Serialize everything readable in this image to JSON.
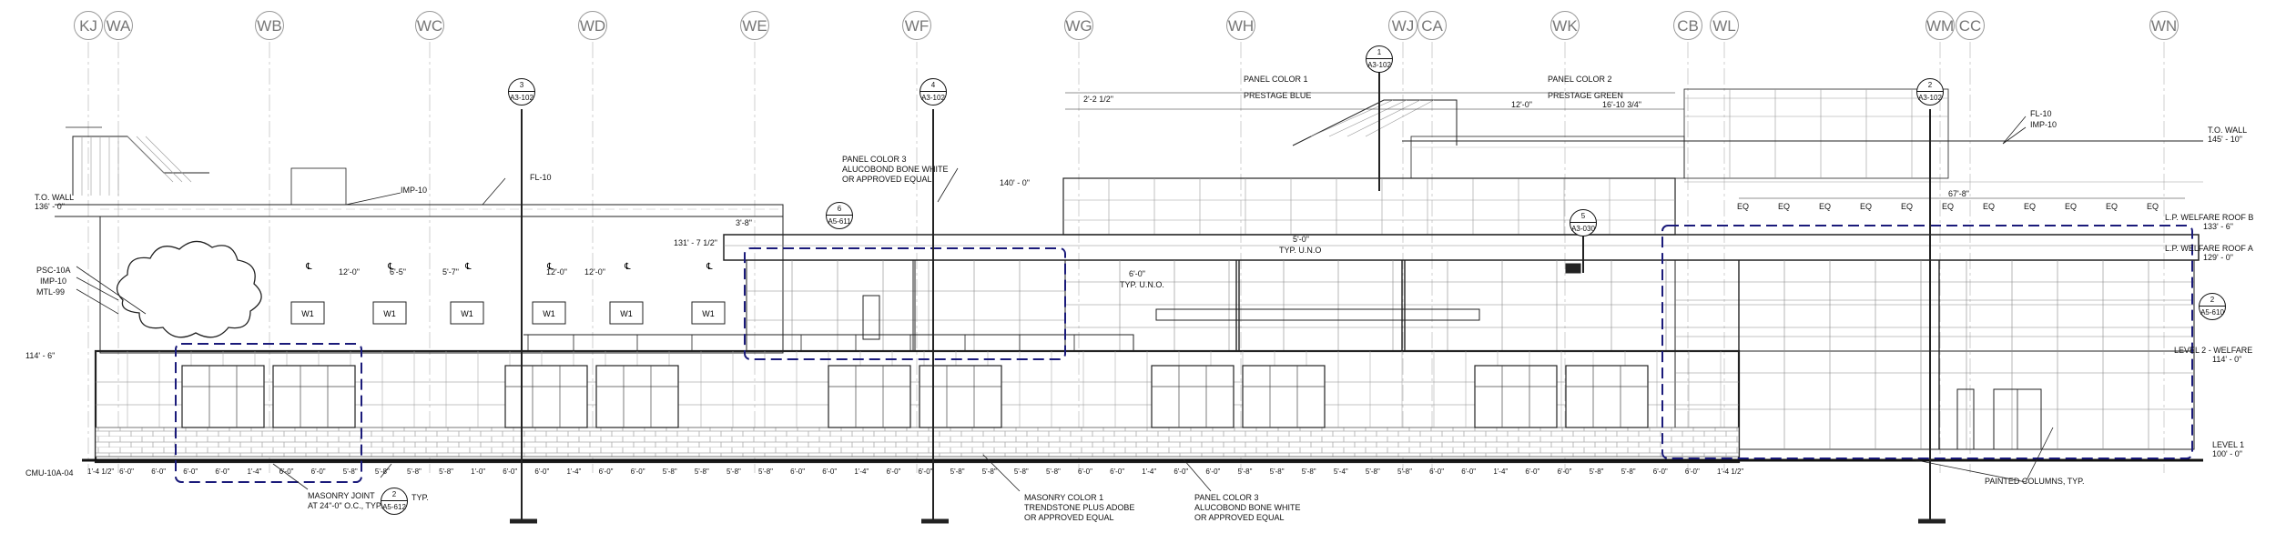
{
  "grid_lines": [
    "KJ",
    "WA",
    "WB",
    "WC",
    "WD",
    "WE",
    "WF",
    "WG",
    "WH",
    "WJ",
    "CA",
    "WK",
    "CB",
    "WL",
    "WM",
    "CC",
    "WN"
  ],
  "section_markers": [
    {
      "top": "3",
      "bottom": "A3-102"
    },
    {
      "top": "4",
      "bottom": "A3-102"
    },
    {
      "top": "1",
      "bottom": "A3-102"
    },
    {
      "top": "2",
      "bottom": "A3-102"
    },
    {
      "top": "5",
      "bottom": "A3-030"
    }
  ],
  "detail_callouts": [
    {
      "top": "6",
      "bottom": "A5-611"
    },
    {
      "top": "2",
      "bottom": "A5-610"
    },
    {
      "top": "2",
      "bottom": "A5-612"
    }
  ],
  "levels": {
    "to_wall_left": {
      "label": "T.O. WALL",
      "value": "136' - 0\""
    },
    "to_wall_right": {
      "label": "T.O. WALL",
      "value": "145' - 10\""
    },
    "welfare_roof_b": {
      "label": "L.P. WELFARE ROOF B",
      "value": "133' - 6\""
    },
    "welfare_roof_a": {
      "label": "L.P. WELFARE ROOF A",
      "value": "129' - 0\""
    },
    "level2": {
      "label": "LEVEL 2 - WELFARE",
      "value": "114' - 0\""
    },
    "level1": {
      "label": "LEVEL 1",
      "value": "100' - 0\""
    },
    "left_114": "114' - 6\"",
    "mid_131": "131' - 7 1/2\"",
    "mid_140": "140' - 0\""
  },
  "labels": {
    "fl10_left": "FL-10",
    "imp10": "IMP-10",
    "psc10a": "PSC-10A",
    "imp10b": "IMP-10",
    "mtl99": "MTL-99",
    "cmu": "CMU-10A-04",
    "panel3_a": "PANEL COLOR 3",
    "panel3_b": "ALUCOBOND BONE WHITE",
    "panel3_c": "OR APPROVED EQUAL",
    "panel1_a": "PANEL COLOR 1",
    "panel1_b": "PRESTAGE BLUE",
    "panel2_a": "PANEL COLOR 2",
    "panel2_b": "PRESTAGE GREEN",
    "fl10_right": "FL-10",
    "imp10_right": "IMP-10",
    "dim_2_2": "2'-2 1/2\"",
    "dim_12": "12'-0\"",
    "dim_16": "16'-10 3/4\"",
    "dim_67": "67'-8\"",
    "dim_3_8": "3'-8\"",
    "dim_5_0": "5'-0\"",
    "typ_uno": "TYP. U.N.O",
    "dim_6_0": "6'-0\"",
    "typ_uno2": "TYP. U.N.O.",
    "masonry_joint_a": "MASONRY JOINT",
    "masonry_joint_b": "AT 24\"-0\" O.C., TYP.",
    "typ": "TYP.",
    "masonry1_a": "MASONRY COLOR 1",
    "masonry1_b": "TRENDSTONE PLUS ADOBE",
    "masonry1_c": "OR APPROVED EQUAL",
    "panel3b_a": "PANEL COLOR 3",
    "panel3b_b": "ALUCOBOND BONE WHITE",
    "panel3b_c": "OR APPROVED EQUAL",
    "painted_columns": "PAINTED COLUMNS, TYP.",
    "window_tag": "W1",
    "eq": "EQ",
    "cl": "℄"
  },
  "top_dims": [
    "12'-0\"",
    "6'-5\"",
    "5'-7\"",
    "12'-0\"",
    "12'-0\""
  ],
  "bottom_dims": [
    "1'-4 1/2\"",
    "6'-0\"",
    "6'-0\"",
    "6'-0\"",
    "6'-0\"",
    "1'-4\"",
    "6'-0\"",
    "6'-0\"",
    "5'-8\"",
    "5'-8\"",
    "5'-8\"",
    "5'-8\"",
    "1'-0\"",
    "6'-0\"",
    "6'-0\"",
    "1'-4\"",
    "6'-0\"",
    "6'-0\"",
    "5'-8\"",
    "5'-8\"",
    "5'-8\"",
    "5'-8\"",
    "6'-0\"",
    "6'-0\"",
    "1'-4\"",
    "6'-0\"",
    "6'-0\"",
    "5'-8\"",
    "5'-8\"",
    "5'-8\"",
    "5'-8\"",
    "6'-0\"",
    "6'-0\"",
    "1'-4\"",
    "6'-0\"",
    "6'-0\"",
    "5'-8\"",
    "5'-8\"",
    "5'-8\"",
    "5'-4\"",
    "5'-8\"",
    "5'-8\"",
    "6'-0\"",
    "6'-0\"",
    "1'-4\"",
    "6'-0\"",
    "6'-0\"",
    "5'-8\"",
    "5'-8\"",
    "6'-0\"",
    "6'-0\"",
    "1'-4 1/2\""
  ]
}
